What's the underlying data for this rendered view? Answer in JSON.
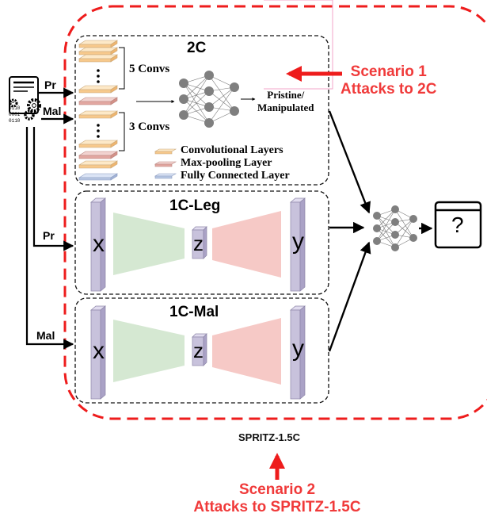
{
  "outer_label": "SPRITZ-1.5C",
  "scenario1": {
    "line1": "Scenario 1",
    "line2": "Attacks to 2C"
  },
  "scenario2": {
    "line1": "Scenario 2",
    "line2": "Attacks to SPRITZ-1.5C"
  },
  "inputs": {
    "pr": "Pr",
    "mal": "Mal",
    "binary": [
      "01",
      "0110",
      "0001",
      "0110"
    ]
  },
  "box_2c": {
    "title": "2C",
    "conv_group_1": "5 Convs",
    "conv_group_2": "3 Convs",
    "output": [
      "Pristine/",
      "Manipulated"
    ],
    "legend": [
      "Convolutional Layers",
      "Max-pooling Layer",
      "Fully Connected Layer"
    ]
  },
  "box_leg": {
    "title": "1C-Leg",
    "x": "x",
    "z": "z",
    "y": "y"
  },
  "box_mal": {
    "title": "1C-Mal",
    "x": "x",
    "z": "z",
    "y": "y"
  },
  "output_symbol": "?",
  "colors": {
    "accent_red": "#f03a3a",
    "conv_layer": "#fbd9a6",
    "maxpool_layer": "#e7b7b3",
    "fc_layer": "#b7c6e3",
    "encoder": "#d5e8d2",
    "decoder": "#f6c9c6",
    "latent": "#c8c2dc"
  }
}
